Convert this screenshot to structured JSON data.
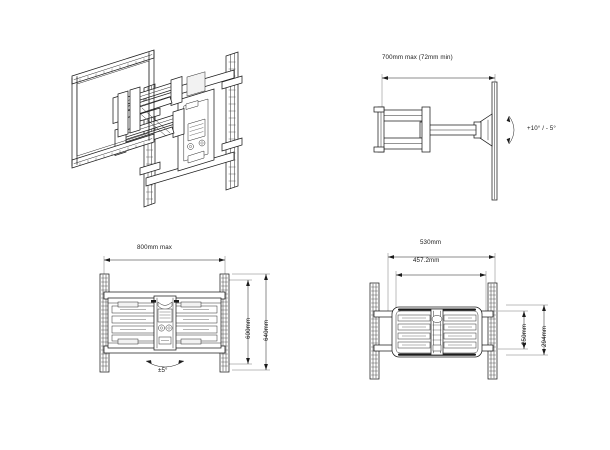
{
  "document": {
    "type": "technical-specification-drawing",
    "subject": "Articulating full-motion TV wall mount",
    "background_color": "#ffffff",
    "line_color": "#1c1c1c",
    "views": 4
  },
  "panels": [
    {
      "id": "isometric-view",
      "name": "Isometric perspective view",
      "position": "top-left",
      "labels": []
    },
    {
      "id": "side-view",
      "name": "Side elevation view, arm extended",
      "position": "top-right",
      "labels": [
        {
          "id": "extension",
          "text": "700mm max (72mm min)",
          "orientation": "horizontal"
        },
        {
          "id": "tilt-angle",
          "text": "+10° / - 5°",
          "orientation": "horizontal"
        }
      ]
    },
    {
      "id": "front-view-extended",
      "name": "Front elevation view, arms folded",
      "position": "bottom-left",
      "labels": [
        {
          "id": "width-max",
          "text": "800mm max",
          "orientation": "horizontal"
        },
        {
          "id": "height-inner",
          "text": "600mm",
          "orientation": "vertical"
        },
        {
          "id": "height-outer",
          "text": "640mm",
          "orientation": "vertical"
        },
        {
          "id": "swivel-angle",
          "text": "±5°",
          "orientation": "horizontal"
        }
      ]
    },
    {
      "id": "front-view-plate",
      "name": "Front elevation view, mounting plate detail",
      "position": "bottom-right",
      "labels": [
        {
          "id": "plate-width",
          "text": "530mm",
          "orientation": "horizontal"
        },
        {
          "id": "vesa-width",
          "text": "457.2mm",
          "orientation": "horizontal"
        },
        {
          "id": "vesa-height",
          "text": "250mm",
          "orientation": "vertical"
        },
        {
          "id": "plate-height",
          "text": "294mm",
          "orientation": "vertical"
        }
      ]
    }
  ],
  "dimensions": {
    "extension_max": "700mm max (72mm min)",
    "tilt": "+10° / - 5°",
    "width_max": "800mm max",
    "height_600": "600mm",
    "height_640": "640mm",
    "swivel": "±5°",
    "plate_width": "530mm",
    "vesa_width": "457.2mm",
    "vesa_height": "250mm",
    "plate_height": "294mm"
  }
}
